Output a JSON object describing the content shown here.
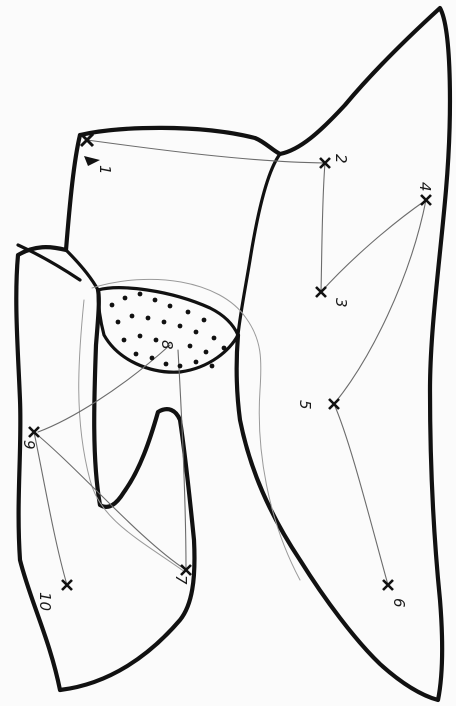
{
  "points": [
    {
      "id": "p1",
      "label": "1"
    },
    {
      "id": "p2",
      "label": "2"
    },
    {
      "id": "p3",
      "label": "3"
    },
    {
      "id": "p4",
      "label": "4"
    },
    {
      "id": "p5",
      "label": "5"
    },
    {
      "id": "p6",
      "label": "6"
    },
    {
      "id": "p7",
      "label": "7"
    },
    {
      "id": "p8",
      "label": "8"
    },
    {
      "id": "p9",
      "label": "9"
    },
    {
      "id": "p10",
      "label": "10"
    }
  ]
}
